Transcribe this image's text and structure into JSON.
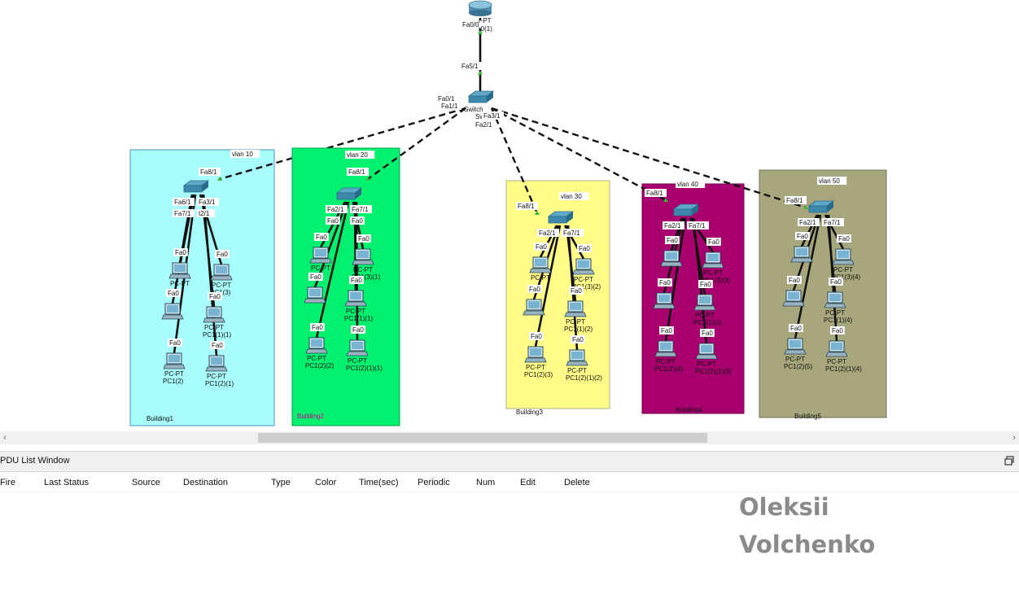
{
  "router": {
    "labels": [
      "r-PT",
      "r0(1)"
    ],
    "port_top": "Fa0/0",
    "port_switch": "Fa5/1"
  },
  "core_switch": {
    "labels": [
      "Switch",
      "Switch"
    ],
    "ports": [
      "Fa0/1",
      "Fa1/1",
      "Fa3/1",
      "Fa2/1"
    ]
  },
  "buildings": [
    {
      "name": "Building1",
      "vlan": "vlan 10",
      "fill": "#a8fcfc",
      "border": "#4a90c0",
      "uplink_port": "Fa8/1",
      "switch_ports": [
        "Fa6/1",
        "Fa3/1",
        "Fa7/1",
        "t2/1"
      ],
      "pc_ports": [
        "Fa0",
        "Fa0",
        "Fa0",
        "Fa0",
        "Fa0",
        "Fa0"
      ],
      "pcs": [
        {
          "type": "PC-PT",
          "name": ""
        },
        {
          "type": "PC-PT",
          "name": "PC1(3)"
        },
        {
          "type": "",
          "name": ""
        },
        {
          "type": "PC-PT",
          "name": "PC1(1)(1)"
        },
        {
          "type": "PC-PT",
          "name": "PC1(2)"
        },
        {
          "type": "PC-PT",
          "name": "PC1(2)(1)"
        }
      ]
    },
    {
      "name": "Building2",
      "vlan": "vlan 20",
      "fill": "#00f070",
      "border": "#00a050",
      "uplink_port": "Fa8/1",
      "switch_ports": [
        "Fa2/1",
        "Fa7/1",
        "Fa0",
        "Fa0"
      ],
      "pc_ports": [
        "Fa0",
        "Fa0",
        "Fa0",
        "Fa0",
        "Fa0",
        "Fa0"
      ],
      "pcs": [
        {
          "type": "PC-PT",
          "name": ""
        },
        {
          "type": "PC-PT",
          "name": "PC1(3)(1)"
        },
        {
          "type": "",
          "name": ""
        },
        {
          "type": "PC-PT",
          "name": "PC1(1)(1)"
        },
        {
          "type": "PC-PT",
          "name": "PC1(2)(2)"
        },
        {
          "type": "PC-PT",
          "name": "PC1(2)(1)(1)"
        }
      ]
    },
    {
      "name": "Building3",
      "vlan": "vlan 30",
      "fill": "#fffc88",
      "border": "#b0b080",
      "uplink_port": "Fa8/1",
      "switch_ports": [
        "Fa2/1",
        "Fa7/1"
      ],
      "pc_ports": [
        "Fa0",
        "Fa0",
        "Fa0",
        "Fa0",
        "Fa0",
        "Fa0"
      ],
      "pcs": [
        {
          "type": "PC-PT",
          "name": ""
        },
        {
          "type": "PC-PT",
          "name": "PC1(3)(2)"
        },
        {
          "type": "",
          "name": ""
        },
        {
          "type": "PC-PT",
          "name": "PC1(1)(2)"
        },
        {
          "type": "PC-PT",
          "name": "PC1(2)(3)"
        },
        {
          "type": "PC-PT",
          "name": "PC1(2)(1)(2)"
        }
      ]
    },
    {
      "name": "Building4",
      "vlan": "vlan 40",
      "fill": "#a8006e",
      "border": "#700048",
      "uplink_port": "Fa8/1",
      "switch_ports": [
        "Fa2/1",
        "Fa7/1"
      ],
      "pc_ports": [
        "Fa0",
        "Fa0",
        "Fa0",
        "Fa0",
        "Fa0",
        "Fa0"
      ],
      "pcs": [
        {
          "type": "",
          "name": ""
        },
        {
          "type": "PC-PT",
          "name": "PC1(3)(3)"
        },
        {
          "type": "",
          "name": ""
        },
        {
          "type": "PC-PT",
          "name": "PC1(1)(3)"
        },
        {
          "type": "PC-PT",
          "name": "PC1(2)(4)"
        },
        {
          "type": "PC-PT",
          "name": "PC1(2)(1)(3)"
        }
      ]
    },
    {
      "name": "Building5",
      "vlan": "vlan 50",
      "fill": "#a8a67c",
      "border": "#707058",
      "uplink_port": "Fa8/1",
      "switch_ports": [
        "Fa2/1",
        "Fa7/1"
      ],
      "pc_ports": [
        "Fa0",
        "Fa0",
        "Fa0",
        "Fa0",
        "Fa0",
        "Fa0"
      ],
      "pcs": [
        {
          "type": "",
          "name": ""
        },
        {
          "type": "PC-PT",
          "name": "PC1(3)(4)"
        },
        {
          "type": "",
          "name": ""
        },
        {
          "type": "PC-PT",
          "name": "PC1(1)(4)"
        },
        {
          "type": "PC-PT",
          "name": "PC1(2)(5)"
        },
        {
          "type": "PC-PT",
          "name": "PC1(2)(1)(4)"
        }
      ]
    }
  ],
  "pdu": {
    "title": "PDU List Window",
    "columns": [
      "Fire",
      "Last Status",
      "Source",
      "Destination",
      "Type",
      "Color",
      "Time(sec)",
      "Periodic",
      "Num",
      "Edit",
      "Delete"
    ]
  },
  "watermark": {
    "line1": "Oleksii",
    "line2": "Volchenko"
  },
  "scrollbar": {
    "left_arrow": "‹",
    "right_arrow": "›"
  }
}
